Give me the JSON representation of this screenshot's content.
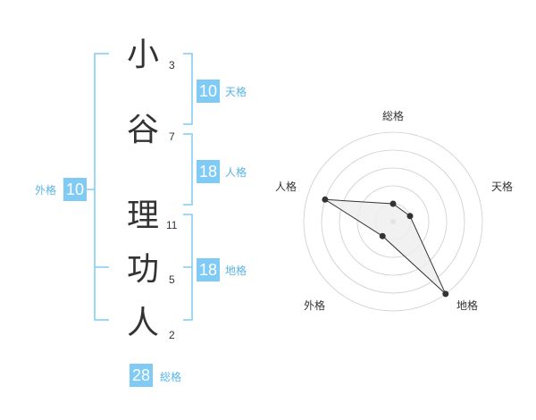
{
  "name": {
    "characters": [
      {
        "char": "小",
        "strokes": "3"
      },
      {
        "char": "谷",
        "strokes": "7"
      },
      {
        "char": "理",
        "strokes": "11"
      },
      {
        "char": "功",
        "strokes": "5"
      },
      {
        "char": "人",
        "strokes": "2"
      }
    ]
  },
  "kakusu": {
    "tenkaku": {
      "label": "天格",
      "value": "10"
    },
    "jinkaku": {
      "label": "人格",
      "value": "18"
    },
    "chikaku": {
      "label": "地格",
      "value": "18"
    },
    "gaikaku": {
      "label": "外格",
      "value": "10"
    },
    "soukaku": {
      "label": "総格",
      "value": "28"
    }
  },
  "colors": {
    "accent": "#7fcbf6",
    "accent_text": "#5ab4e6",
    "bracket": "#7fcbf6",
    "text": "#333333",
    "grid": "#cccccc",
    "fill": "#eeeeee"
  },
  "chart_data": {
    "type": "radar",
    "axes": [
      "総格",
      "天格",
      "地格",
      "外格",
      "人格"
    ],
    "values": [
      1,
      1,
      5,
      1,
      4
    ],
    "range": [
      0,
      5
    ],
    "rings": 5
  }
}
